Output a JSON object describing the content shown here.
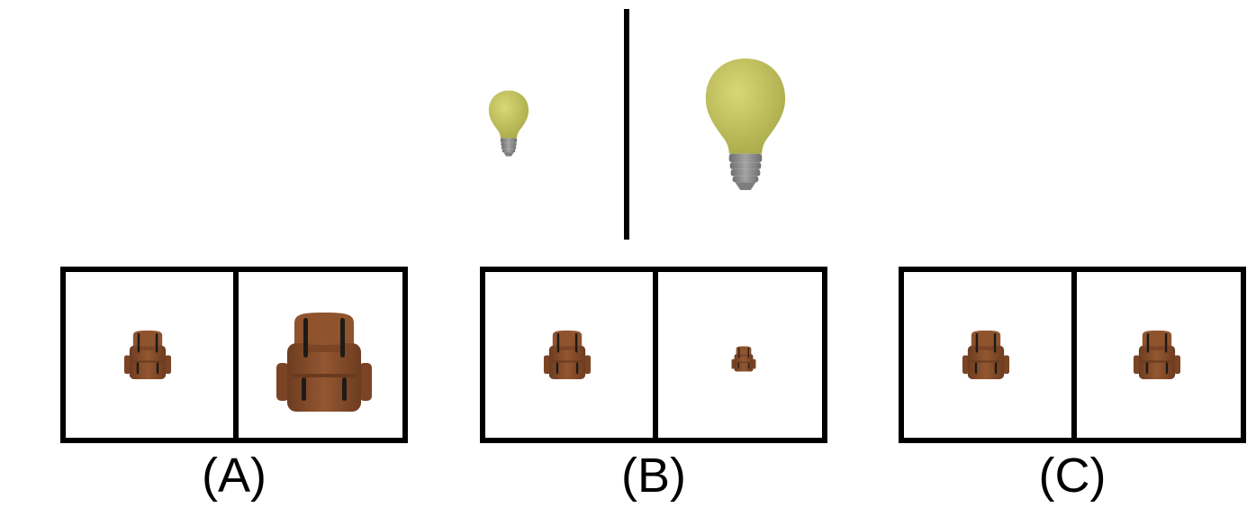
{
  "prompt": {
    "left_item": "lightbulb-icon",
    "right_item": "lightbulb-icon",
    "left_scale": 0.5,
    "right_scale": 1.0,
    "bulb_color": "#c2c25e",
    "base_color": "#8a8a8a"
  },
  "options": [
    {
      "label": "(A)",
      "item": "backpack-icon",
      "left_scale": 1.0,
      "right_scale": 2.05
    },
    {
      "label": "(B)",
      "item": "backpack-icon",
      "left_scale": 1.0,
      "right_scale": 0.5
    },
    {
      "label": "(C)",
      "item": "backpack-icon",
      "left_scale": 1.0,
      "right_scale": 1.0
    }
  ],
  "colors": {
    "frame": "#000000",
    "backpack": "#8a4f2c",
    "strap": "#1e1a17"
  }
}
